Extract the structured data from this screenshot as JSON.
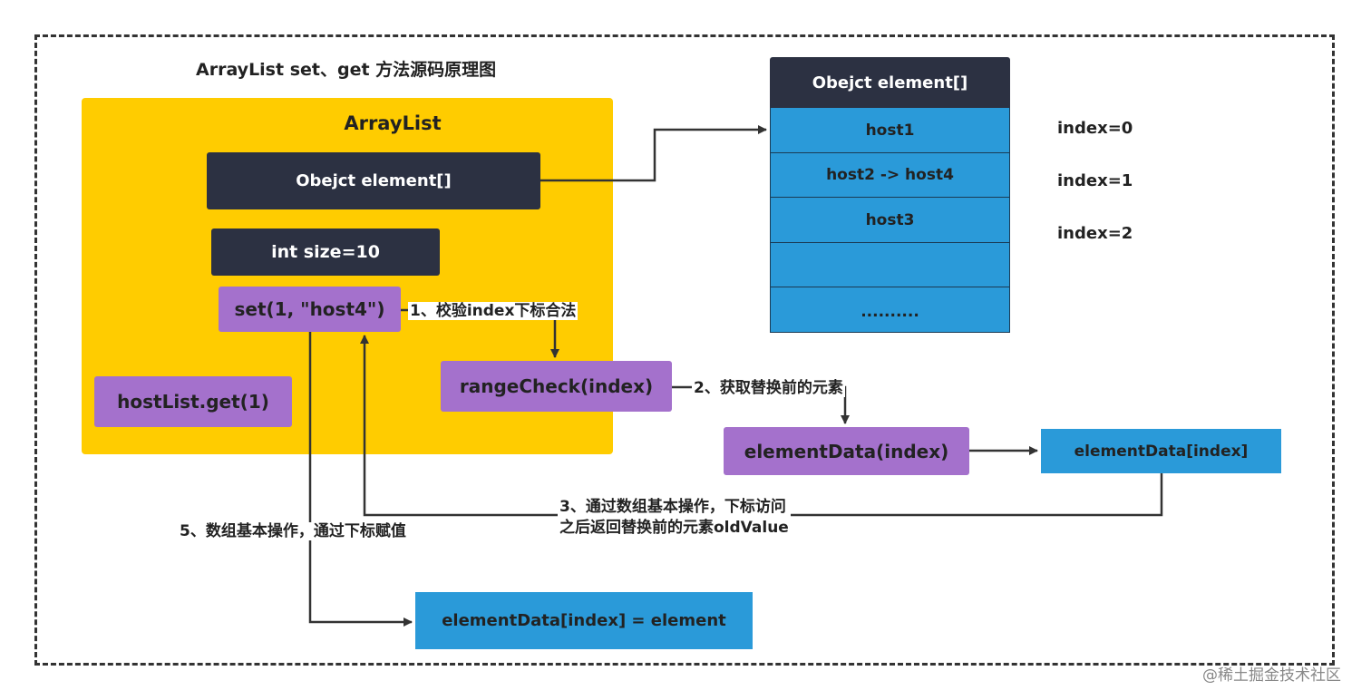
{
  "title": "ArrayList set、get 方法源码原理图",
  "arraylist": {
    "label": "ArrayList",
    "element_field": "Obejct element[]",
    "size_field": "int size=10",
    "set_call": "set(1, \"host4\")",
    "get_call": "hostList.get(1)"
  },
  "array": {
    "header": "Obejct element[]",
    "cells": [
      "host1",
      "host2 -> host4",
      "host3",
      "",
      ".........."
    ],
    "indices": [
      "index=0",
      "index=1",
      "index=2"
    ]
  },
  "steps": {
    "step1": "1、校验index下标合法",
    "step2": "2、获取替换前的元素",
    "step3_line1": "3、通过数组基本操作，下标访问",
    "step3_line2": "之后返回替换前的元素oldValue",
    "step5": "5、数组基本操作，通过下标赋值"
  },
  "nodes": {
    "range_check": "rangeCheck(index)",
    "element_data_call": "elementData(index)",
    "element_data_access": "elementData[index]",
    "element_data_assign": "elementData[index] = element"
  },
  "watermark": "@稀土掘金技术社区",
  "colors": {
    "yellow": "#ffcc00",
    "dark": "#2c3142",
    "purple": "#a471cc",
    "blue": "#2a9ad9"
  }
}
